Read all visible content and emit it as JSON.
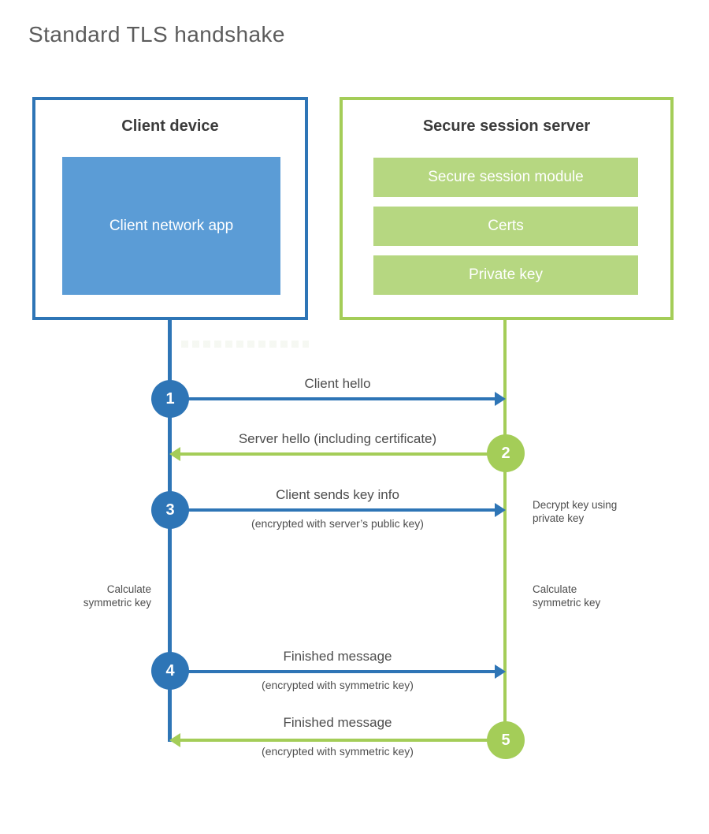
{
  "title": "Standard TLS handshake",
  "colors": {
    "blue_accent": "#2e75b6",
    "blue_fill": "#5b9cd6",
    "green_accent": "#a4cd58",
    "green_fill": "#b6d781",
    "heading_text": "#3b3b3b",
    "label_text": "#4d4d4d"
  },
  "client_box": {
    "title": "Client device",
    "app_label": "Client network app"
  },
  "server_box": {
    "title": "Secure session server",
    "modules": [
      "Secure session module",
      "Certs",
      "Private key"
    ]
  },
  "messages": [
    {
      "step": "1",
      "label": "Client hello"
    },
    {
      "step": "2",
      "label": "Server hello (including certificate)"
    },
    {
      "step": "3",
      "label": "Client sends key info",
      "sublabel": "(encrypted with server’s public key)"
    },
    {
      "step": "4",
      "label": "Finished message",
      "sublabel": "(encrypted with symmetric key)"
    },
    {
      "step": "5",
      "label": "Finished message",
      "sublabel": "(encrypted with symmetric key)"
    }
  ],
  "notes": {
    "decrypt": "Decrypt key using\nprivate key",
    "calculate_left": "Calculate\nsymmetric key",
    "calculate_right": "Calculate\nsymmetric key"
  }
}
